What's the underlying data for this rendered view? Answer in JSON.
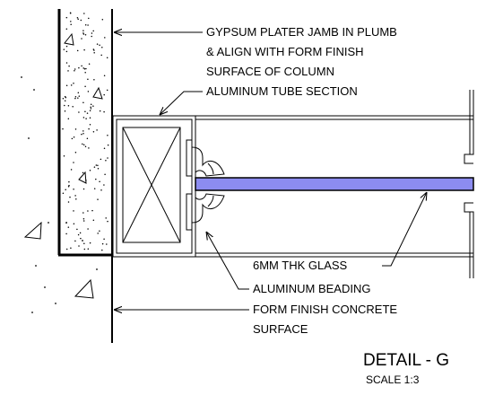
{
  "labels": {
    "gypsum_line1": "GYPSUM PLATER JAMB IN PLUMB",
    "gypsum_line2": "& ALIGN WITH FORM FINISH",
    "gypsum_line3": "SURFACE OF COLUMN",
    "aluminum_tube": "ALUMINUM TUBE SECTION",
    "glass": "6MM THK GLASS",
    "beading": "ALUMINUM BEADING",
    "concrete_line1": "FORM FINISH CONCRETE",
    "concrete_line2": "SURFACE"
  },
  "title": {
    "text": "DETAIL - G",
    "scale": "SCALE 1:3"
  },
  "colors": {
    "glass_fill": "#8c8cf0",
    "line": "#000000"
  }
}
